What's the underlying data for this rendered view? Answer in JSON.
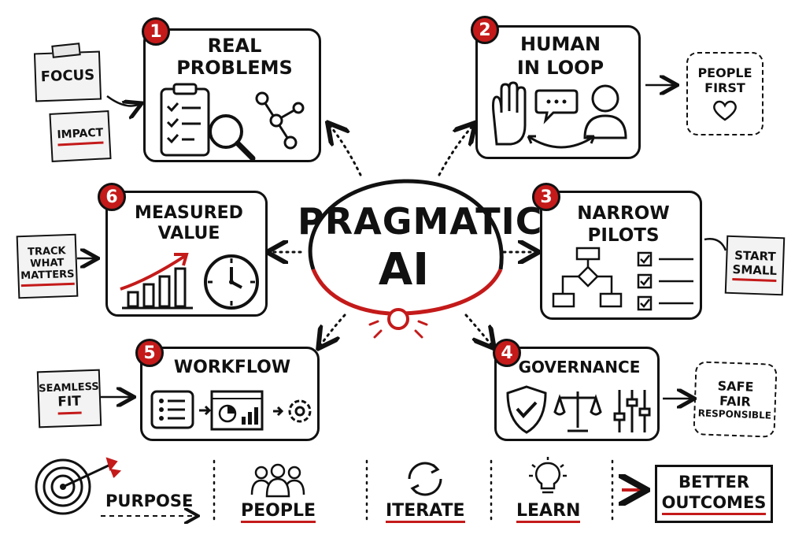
{
  "center": {
    "line1": "PRAGMATIC",
    "line2": "AI"
  },
  "steps": [
    {
      "num": "1",
      "title1": "REAL",
      "title2": "PROBLEMS"
    },
    {
      "num": "2",
      "title1": "HUMAN",
      "title2": "IN LOOP"
    },
    {
      "num": "3",
      "title1": "NARROW",
      "title2": "PILOTS"
    },
    {
      "num": "4",
      "title1": "GOVERNANCE"
    },
    {
      "num": "5",
      "title1": "WORKFLOW"
    },
    {
      "num": "6",
      "title1": "MEASURED",
      "title2": "VALUE"
    }
  ],
  "notes": {
    "focus": "FOCUS",
    "impact": "IMPACT",
    "people_first_1": "PEOPLE",
    "people_first_2": "FIRST",
    "track_1": "TRACK",
    "track_2": "WHAT",
    "track_3": "MATTERS",
    "start_1": "START",
    "start_2": "SMALL",
    "seamless_1": "SEAMLESS",
    "seamless_2": "FIT",
    "safe_1": "SAFE",
    "safe_2": "FAIR",
    "safe_3": "RESPONSIBLE"
  },
  "bottom": {
    "purpose": "PURPOSE",
    "people": "PEOPLE",
    "iterate": "ITERATE",
    "learn": "LEARN",
    "outcome_1": "BETTER",
    "outcome_2": "OUTCOMES"
  },
  "colors": {
    "accent": "#c41a1a",
    "ink": "#111111",
    "note_bg": "#f3f3f3"
  },
  "icons": [
    "clipboard-checklist-icon",
    "magnifier-icon",
    "network-nodes-icon",
    "raised-hand-icon",
    "speech-bubble-icon",
    "person-icon",
    "heart-icon",
    "flowchart-icon",
    "checklist-icon",
    "shield-check-icon",
    "scales-icon",
    "sliders-icon",
    "list-icon",
    "dashboard-icon",
    "gear-icon",
    "growth-chart-icon",
    "clock-icon",
    "target-icon",
    "people-group-icon",
    "cycle-arrows-icon",
    "lightbulb-icon",
    "arrow-icon"
  ]
}
